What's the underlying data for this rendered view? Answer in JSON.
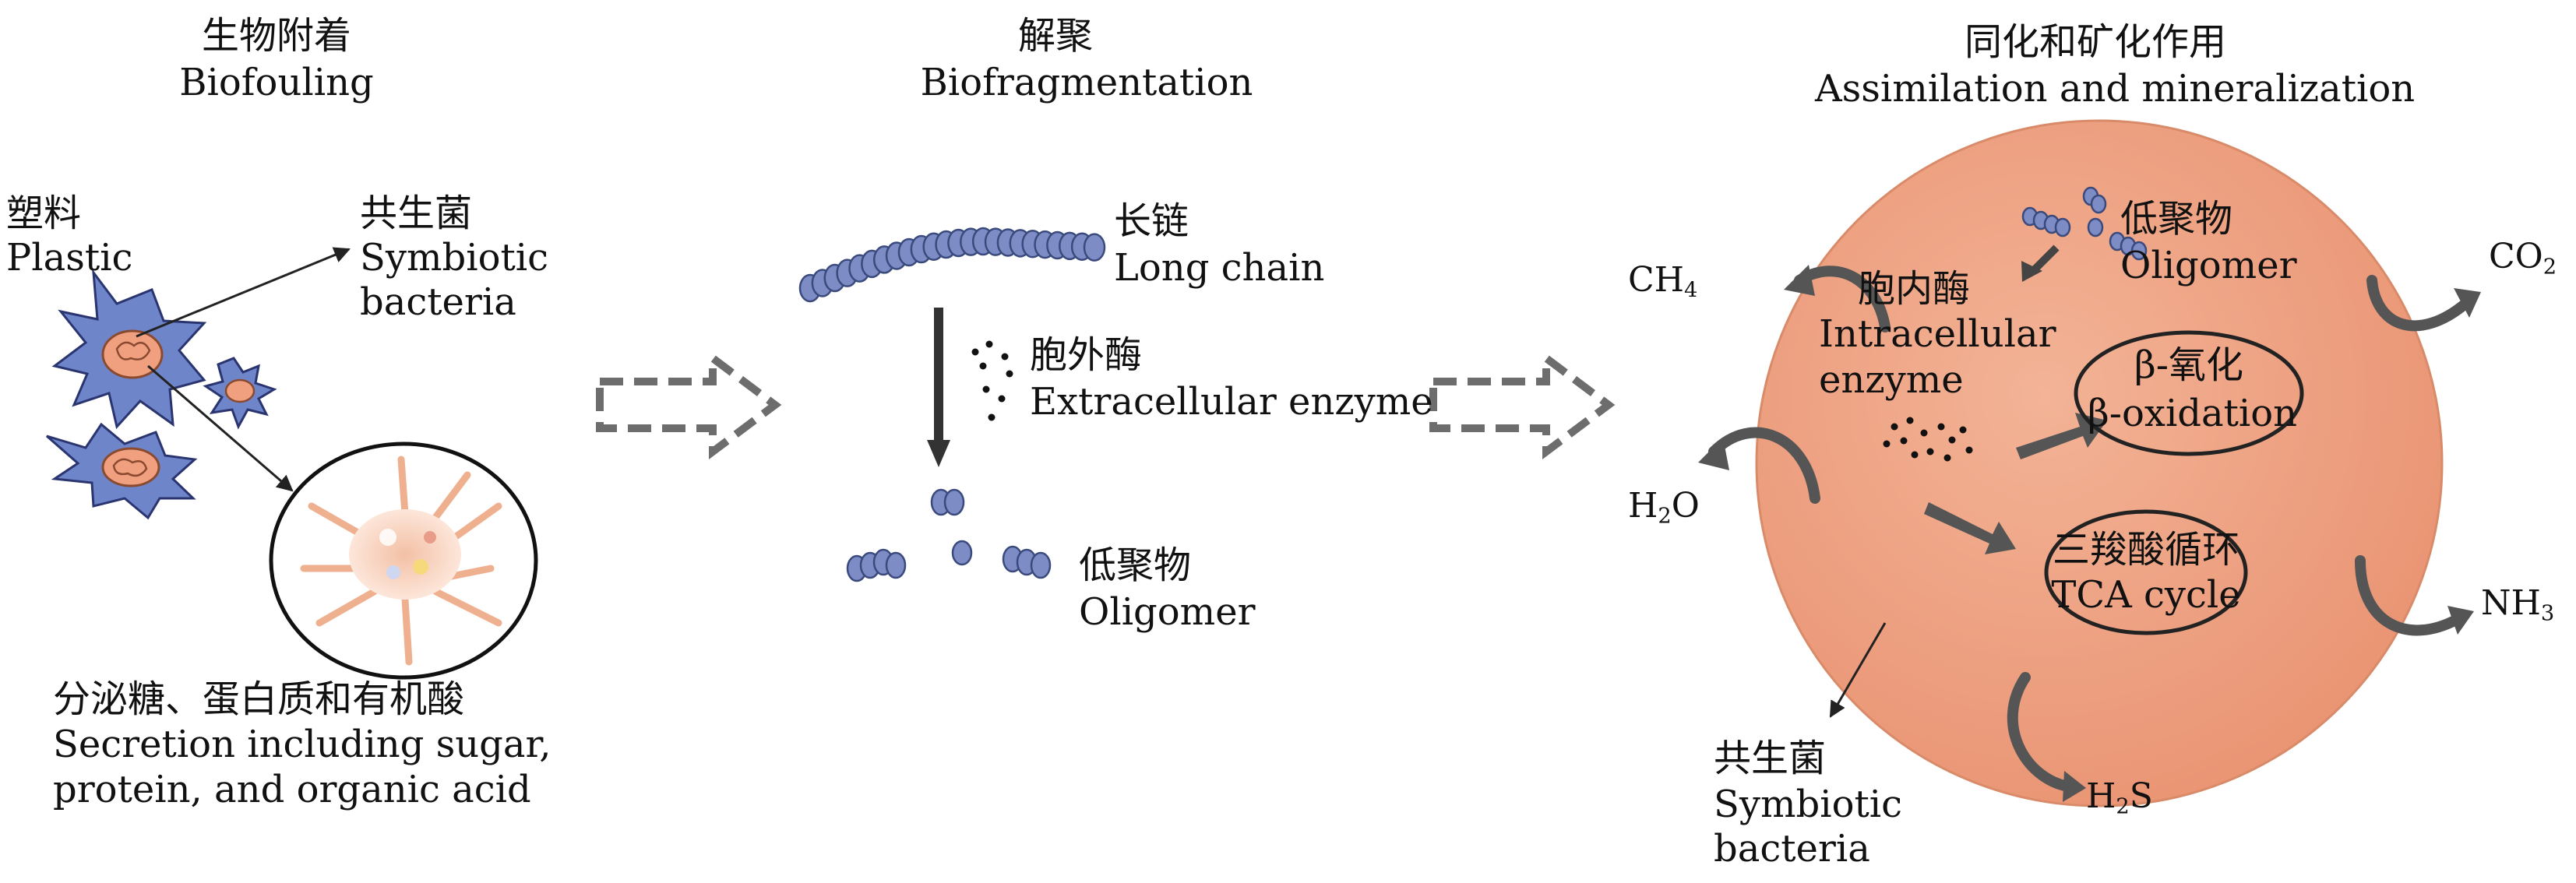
{
  "sections": {
    "biofouling": {
      "zh": "生物附着",
      "en": "Biofouling"
    },
    "biofragmentation": {
      "zh": "解聚",
      "en": "Biofragmentation"
    },
    "assimilation": {
      "zh": "同化和矿化作用",
      "en": "Assimilation and mineralization"
    }
  },
  "panel1": {
    "plastic": {
      "zh": "塑料",
      "en": "Plastic"
    },
    "symbiotic": {
      "zh": "共生菌",
      "en1": "Symbiotic",
      "en2": "bacteria"
    },
    "secretion": {
      "zh": "分泌糖、蛋白质和有机酸",
      "en1": "Secretion including sugar,",
      "en2": "protein, and organic acid"
    }
  },
  "panel2": {
    "long_chain": {
      "zh": "长链",
      "en": "Long chain"
    },
    "extracellular": {
      "zh": "胞外酶",
      "en": "Extracellular enzyme"
    },
    "oligomer": {
      "zh": "低聚物",
      "en": "Oligomer"
    }
  },
  "panel3": {
    "oligomer": {
      "zh": "低聚物",
      "en": "Oligomer"
    },
    "intracellular": {
      "zh": "胞内酶",
      "en1": "Intracellular",
      "en2": "enzyme"
    },
    "beta_oxidation": {
      "zh": "β-氧化",
      "en": "β-oxidation"
    },
    "tca": {
      "zh": "三羧酸循环",
      "en": "TCA cycle"
    },
    "symbiotic": {
      "zh": "共生菌",
      "en1": "Symbiotic",
      "en2": "bacteria"
    },
    "ch4": {
      "base": "CH",
      "sub": "4"
    },
    "h2o": {
      "pre": "H",
      "sub": "2",
      "post": "O"
    },
    "co2": {
      "base": "CO",
      "sub": "2"
    },
    "nh3": {
      "base": "NH",
      "sub": "3"
    },
    "h2s": {
      "pre": "H",
      "sub": "2",
      "post": "S"
    }
  },
  "colors": {
    "bead": "#7d8cc4",
    "bead_stroke": "#3a4a7c",
    "cell": "#eea07e",
    "cell_stroke": "#c97a5a",
    "spiky": "#6f85c9",
    "dark_arrow": "#555555",
    "hollow_arrow": "#6d6d6d"
  }
}
